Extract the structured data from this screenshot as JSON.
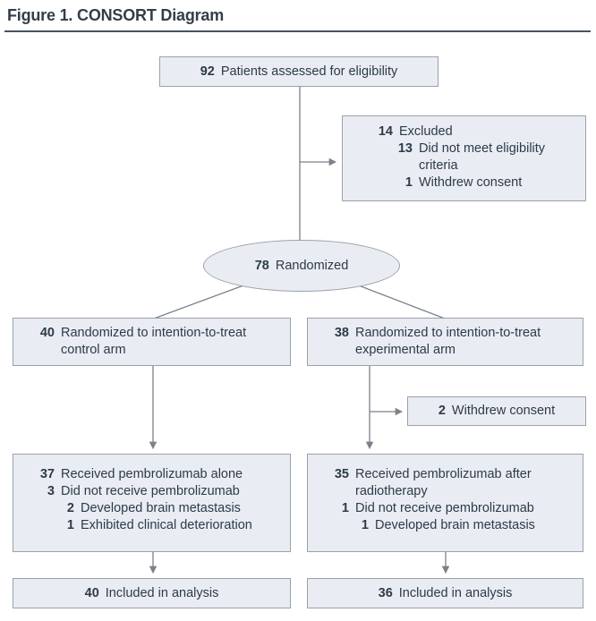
{
  "figure": {
    "title": "Figure 1. CONSORT Diagram"
  },
  "nodes": {
    "assessed": {
      "num": "92",
      "label": "Patients assessed for eligibility"
    },
    "excluded": {
      "lines": [
        {
          "num": "14",
          "label": "Excluded"
        },
        {
          "num": "13",
          "label": "Did not meet eligibility criteria"
        },
        {
          "num": "1",
          "label": "Withdrew consent"
        }
      ]
    },
    "randomized": {
      "num": "78",
      "label": "Randomized"
    },
    "control_arm": {
      "num": "40",
      "label": "Randomized to intention-to-treat control arm"
    },
    "experimental_arm": {
      "num": "38",
      "label": "Randomized to intention-to-treat experimental arm"
    },
    "withdrew_consent": {
      "num": "2",
      "label": "Withdrew consent"
    },
    "control_received": {
      "lines": [
        {
          "num": "37",
          "label": "Received pembrolizumab alone"
        },
        {
          "num": "3",
          "label": "Did not receive pembrolizumab"
        },
        {
          "num": "2",
          "label": "Developed brain metastasis"
        },
        {
          "num": "1",
          "label": "Exhibited clinical deterioration"
        }
      ]
    },
    "experimental_received": {
      "lines": [
        {
          "num": "35",
          "label": "Received pembrolizumab after radiotherapy"
        },
        {
          "num": "1",
          "label": "Did not receive pembrolizumab"
        },
        {
          "num": "1",
          "label": "Developed brain metastasis"
        }
      ]
    },
    "control_analysis": {
      "num": "40",
      "label": "Included in analysis"
    },
    "experimental_analysis": {
      "num": "36",
      "label": "Included in analysis"
    }
  },
  "colors": {
    "box_fill": "#e9edf3",
    "box_border": "#9aa1a9",
    "text": "#2d3a48",
    "arrow": "#7b8187",
    "rule": "#4a545e"
  }
}
